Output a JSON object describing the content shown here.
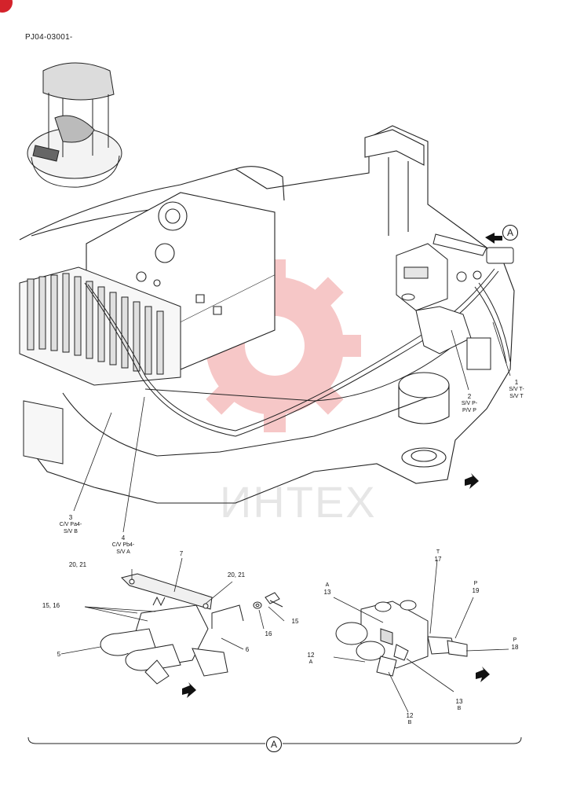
{
  "document_code": "PJ04-03001-",
  "watermark_text": "ИНТЕХ",
  "view_marker": "A",
  "callouts": [
    {
      "id": "c1",
      "number": "1",
      "lines": [
        "S/V T-",
        "S/V T"
      ]
    },
    {
      "id": "c2",
      "number": "2",
      "lines": [
        "S/V P-",
        "P/V P"
      ]
    },
    {
      "id": "c3",
      "number": "3",
      "lines": [
        "C/V Pa4-",
        "S/V B"
      ]
    },
    {
      "id": "c4",
      "number": "4",
      "lines": [
        "C/V Pb4-",
        "S/V A"
      ]
    },
    {
      "id": "c5",
      "number": "5",
      "lines": []
    },
    {
      "id": "c6",
      "number": "6",
      "lines": []
    },
    {
      "id": "c7",
      "number": "7",
      "lines": []
    },
    {
      "id": "c15a",
      "number": "15",
      "lines": []
    },
    {
      "id": "c16a",
      "number": "16",
      "lines": []
    },
    {
      "id": "c1516",
      "number": "15, 16",
      "lines": []
    },
    {
      "id": "c2021a",
      "number": "20, 21",
      "lines": []
    },
    {
      "id": "c2021b",
      "number": "20, 21",
      "lines": []
    },
    {
      "id": "c13a",
      "number": "13",
      "top": "A",
      "lines": []
    },
    {
      "id": "c12a",
      "number": "12",
      "lines": [
        "A"
      ]
    },
    {
      "id": "c12b",
      "number": "12",
      "lines": [
        "B"
      ]
    },
    {
      "id": "c13b",
      "number": "13",
      "lines": [
        "B"
      ]
    },
    {
      "id": "c17",
      "number": "17",
      "top": "T",
      "lines": []
    },
    {
      "id": "c19",
      "number": "19",
      "top": "P",
      "lines": []
    },
    {
      "id": "c18",
      "number": "18",
      "top": "P",
      "lines": []
    }
  ]
}
